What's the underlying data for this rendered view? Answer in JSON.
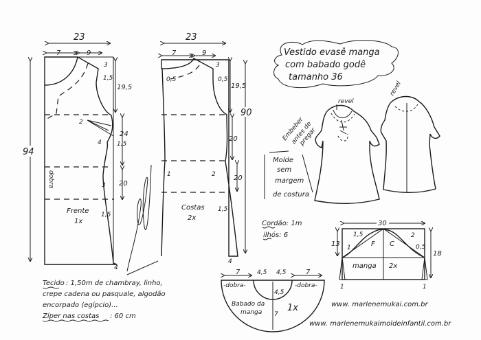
{
  "title": {
    "line1": "Vestido evasê manga",
    "line2": "com babado godê",
    "line3": "tamanho 36"
  },
  "front": {
    "label": "Frente",
    "qty": "1x",
    "width": "23",
    "neck_w": "7",
    "shoulder_w": "9",
    "shoulder_drop": "3",
    "armhole_in": "1,5",
    "armhole_h": "19,5",
    "length": "94",
    "dart_a": "2",
    "dart_h": "24",
    "dart_b": "4",
    "dart_c": "1,5",
    "waist_in": "3",
    "hip_h": "20",
    "hip_out": "1,5",
    "hem_out": "4",
    "fold": "dobra"
  },
  "back": {
    "label": "Costas",
    "qty": "2x",
    "width": "23",
    "neck_w": "7",
    "shoulder_w": "9",
    "shoulder_drop": "3",
    "neck_in": "0,5",
    "armhole_in": "0,5",
    "armhole_h": "19,5",
    "length": "90",
    "waist_h": "20",
    "waist_in_l": "1",
    "waist_in_r": "2",
    "hip_h": "20",
    "hip_out": "1,5",
    "hem_out": "4"
  },
  "sketch": {
    "revel_front": "revel",
    "revel_back": "revel",
    "embeber1": "Embeber",
    "embeber2": "antes de",
    "embeber3": "pregar"
  },
  "note": {
    "line1": "Molde",
    "line2": "sem",
    "line3": "margem",
    "line4": "de costura"
  },
  "cord": {
    "cordao": "Cordão: 1m",
    "ilhos": "ilhós: 6"
  },
  "sleeve": {
    "width": "30",
    "h_left": "13",
    "h_right": "18",
    "front_letter": "F",
    "back_letter": "C",
    "label": "manga",
    "qty": "2x",
    "m_15": "1,5",
    "m_1": "1",
    "m_2": "2",
    "m_05": "0,5",
    "bottom_l": "1",
    "bottom_r": "1"
  },
  "ruffle": {
    "w_out_l": "7",
    "w_in_l": "4,5",
    "w_in_r": "4,5",
    "w_out_r": "7",
    "fold_l": "-dobra-",
    "fold_r": "-dobra-",
    "r_in": "4,5",
    "depth": "7",
    "label1": "Babado da",
    "label2": "manga",
    "qty": "1x"
  },
  "materials": {
    "tecido_label": "Tecido",
    "line1": ": 1,50m de chambray, linho,",
    "line2": "crepe cadena ou pasquale, algodão",
    "line3": "encorpado (egípcio)...",
    "ziper_label": "Zíper nas costas",
    "ziper_value": ": 60 cm"
  },
  "urls": {
    "site1": "www. marlenemukai.com.br",
    "site2": "www. marlenemukaimoldeinfantil.com.br"
  },
  "signature": "Marlene Mukai"
}
